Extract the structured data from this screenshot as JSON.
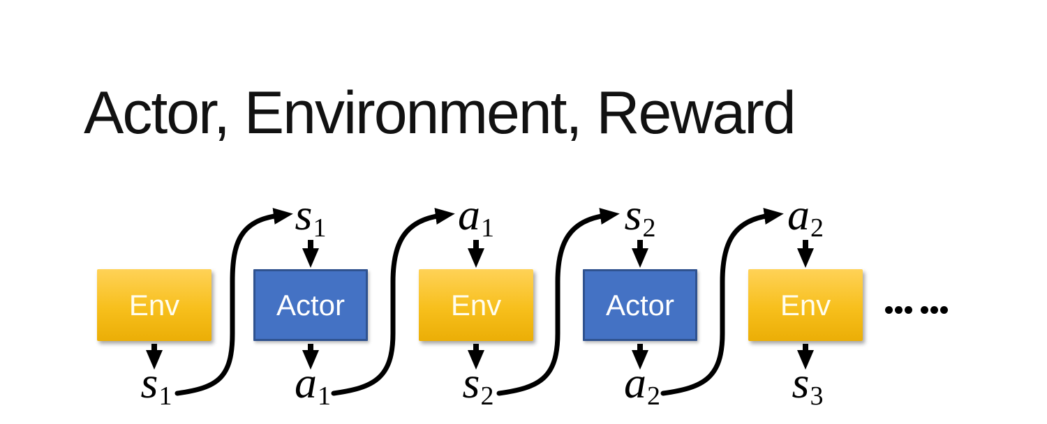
{
  "title": "Actor, Environment, Reward",
  "diagram": {
    "boxes": [
      {
        "label": "Env",
        "type": "environment"
      },
      {
        "label": "Actor",
        "type": "actor"
      },
      {
        "label": "Env",
        "type": "environment"
      },
      {
        "label": "Actor",
        "type": "actor"
      },
      {
        "label": "Env",
        "type": "environment"
      }
    ],
    "top_labels": [
      {
        "base": "s",
        "sub": "1"
      },
      {
        "base": "a",
        "sub": "1"
      },
      {
        "base": "s",
        "sub": "2"
      },
      {
        "base": "a",
        "sub": "2"
      }
    ],
    "bottom_labels": [
      {
        "base": "s",
        "sub": "1"
      },
      {
        "base": "a",
        "sub": "1"
      },
      {
        "base": "s",
        "sub": "2"
      },
      {
        "base": "a",
        "sub": "2"
      },
      {
        "base": "s",
        "sub": "3"
      }
    ],
    "ellipsis": "……"
  },
  "colors": {
    "env_gradient_top": "#FFD257",
    "env_gradient_bottom": "#EBAE06",
    "actor_fill": "#4472C4",
    "actor_border": "#2F528F",
    "arrow": "#000000",
    "box_text": "#FFFFFF",
    "title_text": "#111111",
    "background": "#FFFFFF"
  }
}
